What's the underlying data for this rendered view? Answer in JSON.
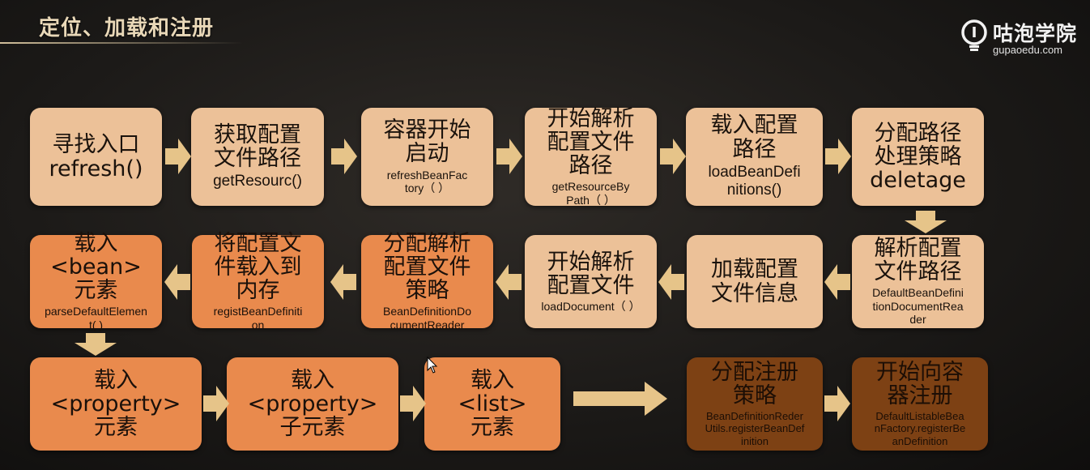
{
  "header": {
    "title": "定位、加载和注册",
    "logo_name": "咕泡学院",
    "logo_url": "gupaoedu.com"
  },
  "colors": {
    "tan": "#ecc198",
    "orange": "#e98a4d",
    "brown": "#7d4114",
    "arrow": "#e6c489"
  },
  "steps": [
    {
      "main": "寻找入口\nrefresh()",
      "sub": ""
    },
    {
      "main": "获取配置\n文件路径",
      "sub": "getResourc()"
    },
    {
      "main": "容器开始\n启动",
      "sub": "refreshBeanFac\ntory（ ）"
    },
    {
      "main": "开始解析\n配置文件\n路径",
      "sub": "getResourceBy\nPath（ ）"
    },
    {
      "main": "载入配置\n路径",
      "sub": "loadBeanDefi\nnitions()"
    },
    {
      "main": "分配路径\n处理策略\ndeletage",
      "sub": ""
    },
    {
      "main": "解析配置\n文件路径",
      "sub": "DefaultBeanDefini\ntionDocumentRea\nder"
    },
    {
      "main": "加载配置\n文件信息",
      "sub": ""
    },
    {
      "main": "开始解析\n配置文件",
      "sub": "loadDocument（ ）"
    },
    {
      "main": "分配解析\n配置文件\n策略",
      "sub": "BeanDefinitionDo\ncumentReader"
    },
    {
      "main": "将配置文\n件载入到\n内存",
      "sub": "registBeanDefiniti\non"
    },
    {
      "main": "载入\n<bean>\n元素",
      "sub": "parseDefaultElemen\nt( )"
    },
    {
      "main": "载入\n<property>\n元素",
      "sub": ""
    },
    {
      "main": "载入\n<property>\n子元素",
      "sub": ""
    },
    {
      "main": "载入\n<list>\n元素",
      "sub": ""
    },
    {
      "main": "分配注册\n策略",
      "sub": "BeanDefinitionReder\nUtils.registerBeanDef\ninition"
    },
    {
      "main": "开始向容\n器注册",
      "sub": "DefaultListableBea\nnFactory.registerBe\nanDefinition"
    }
  ]
}
